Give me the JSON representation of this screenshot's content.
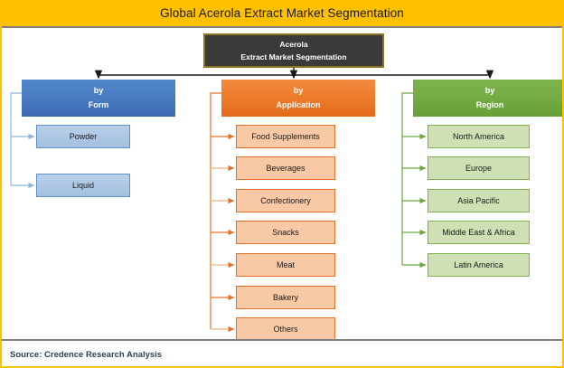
{
  "header": {
    "title": "Global Acerola Extract Market Segmentation"
  },
  "root": {
    "line1": "Acerola",
    "line2": "Extract Market Segmentation"
  },
  "branches": [
    {
      "id": "form",
      "prefix": "by",
      "label": "Form",
      "color": "#4a7ec2",
      "items": [
        "Powder",
        "Liquid"
      ]
    },
    {
      "id": "application",
      "prefix": "by",
      "label": "Application",
      "color": "#ef7e2d",
      "items": [
        "Food Supplements",
        "Beverages",
        "Confectionery",
        "Snacks",
        "Meat",
        "Bakery",
        "Others"
      ]
    },
    {
      "id": "region",
      "prefix": "by",
      "label": "Region",
      "color": "#76ac45",
      "items": [
        "North America",
        "Europe",
        "Asia Pacific",
        "Middle East & Africa",
        "Latin America"
      ]
    }
  ],
  "footer": {
    "source": "Source: Credence Research Analysis"
  },
  "theme": {
    "title_bar": "#FFC000",
    "root_bg": "#3a3a38",
    "root_border": "#8a7320"
  }
}
